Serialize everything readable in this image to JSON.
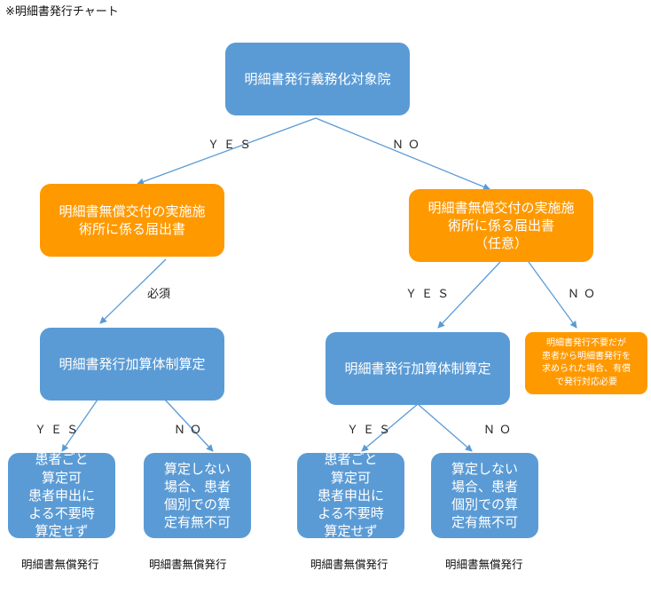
{
  "title": "※明細書発行チャート",
  "nodes": {
    "root": "明細書発行義務化対象院",
    "left_notice": "明細書無償交付の実施施\n術所に係る届出書",
    "right_notice": "明細書無償交付の実施施\n術所に係る届出書\n（任意）",
    "left_calc": "明細書発行加算体制算定",
    "right_calc": "明細書発行加算体制算定",
    "right_no_note": "明細書発行不要だが\n患者から明細書発行を\n求められた場合、有償\nで発行対応必要",
    "leaf1": "患者ごと\n算定可\n患者申出に\nよる不要時\n算定せず",
    "leaf2": "算定しない\n場合、患者\n個別での算\n定有無不可",
    "leaf3": "患者ごと\n算定可\n患者申出に\nよる不要時\n算定せず",
    "leaf4": "算定しない\n場合、患者\n個別での算\n定有無不可"
  },
  "edge_labels": {
    "root_yes": "ＹＥＳ",
    "root_no": "ＮＯ",
    "left_required": "必須",
    "right_yes": "ＹＥＳ",
    "right_no": "ＮＯ",
    "left_calc_yes": "ＹＥＳ",
    "left_calc_no": "ＮＯ",
    "right_calc_yes": "ＹＥＳ",
    "right_calc_no": "ＮＯ"
  },
  "footers": [
    "明細書無償発行",
    "明細書無償発行",
    "明細書無償発行",
    "明細書無償発行"
  ],
  "colors": {
    "blue": "#5b9bd5",
    "orange": "#ff9900",
    "arrow": "#5b9bd5"
  }
}
